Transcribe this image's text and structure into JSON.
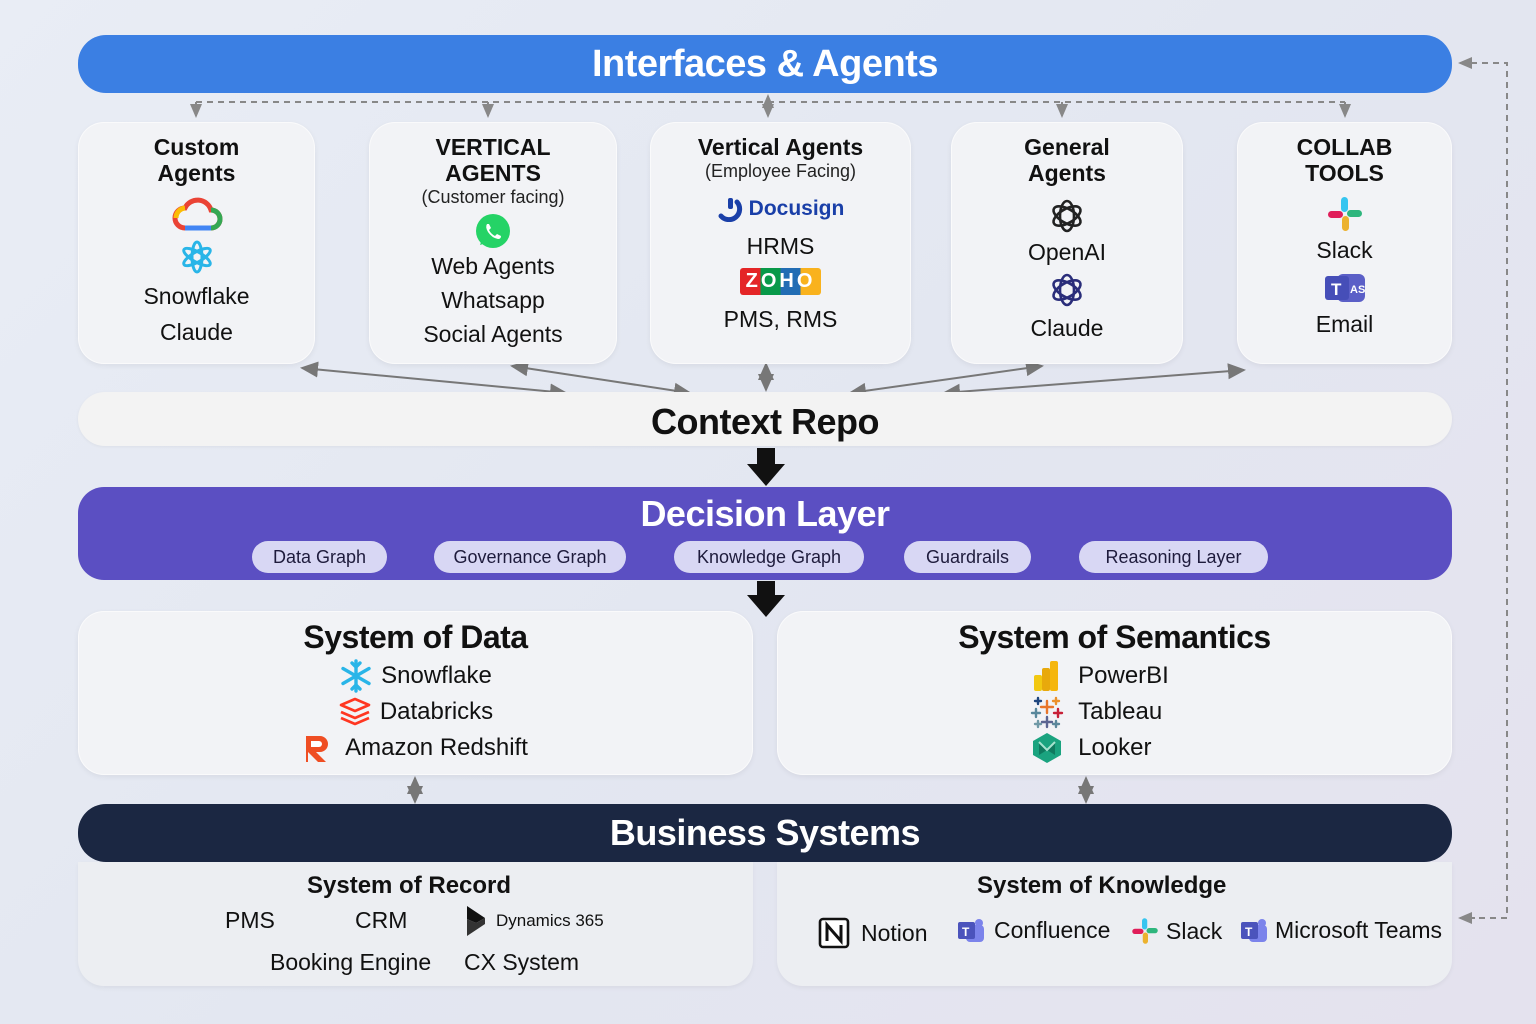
{
  "header": {
    "title": "Interfaces & Agents",
    "color": "#3b7fe3"
  },
  "agent_cards": [
    {
      "title": "Custom\nAgents",
      "subtitle": "",
      "items": [
        "Snowflake",
        "Claude"
      ]
    },
    {
      "title": "VERTICAL\nAGENTS",
      "subtitle": "(Customer facing)",
      "items": [
        "Web Agents",
        "Whatsapp",
        "Social Agents"
      ]
    },
    {
      "title": "Vertical Agents",
      "subtitle": "(Employee Facing)",
      "items": [
        "HRMS",
        "PMS, RMS"
      ],
      "logo_docusign": "Docusign",
      "logo_zoho": "ZOHO"
    },
    {
      "title": "General\nAgents",
      "subtitle": "",
      "items": [
        "OpenAI",
        "Claude"
      ]
    },
    {
      "title": "COLLAB\nTOOLS",
      "subtitle": "",
      "items": [
        "Slack",
        "Email"
      ]
    }
  ],
  "context_repo": {
    "title": "Context Repo"
  },
  "decision_layer": {
    "title": "Decision Layer",
    "color": "#5b4fc2",
    "pills": [
      "Data Graph",
      "Governance Graph",
      "Knowledge Graph",
      "Guardrails",
      "Reasoning Layer"
    ]
  },
  "system_of_data": {
    "title": "System of Data",
    "items": [
      "Snowflake",
      "Databricks",
      "Amazon Redshift"
    ]
  },
  "system_of_semantics": {
    "title": "System of Semantics",
    "items": [
      "PowerBI",
      "Tableau",
      "Looker"
    ]
  },
  "business_systems": {
    "title": "Business Systems",
    "color": "#1b2742"
  },
  "system_of_record": {
    "title": "System of Record",
    "items": [
      "PMS",
      "CRM",
      "Dynamics 365",
      "Booking Engine",
      "CX System"
    ]
  },
  "system_of_knowledge": {
    "title": "System of Knowledge",
    "items": [
      "Notion",
      "Confluence",
      "Slack",
      "Microsoft Teams"
    ]
  },
  "icons": {
    "custom_agents": [
      "google-cloud-icon",
      "snowflake-icon"
    ],
    "vertical_customer": [
      "whatsapp-icon"
    ],
    "vertical_employee": [
      "docusign-icon",
      "zoho-icon"
    ],
    "general_agents": [
      "openai-icon",
      "openai-icon"
    ],
    "collab_tools": [
      "slack-icon",
      "teams-icon"
    ],
    "system_of_data": [
      "snowflake-icon",
      "databricks-icon",
      "redshift-icon"
    ],
    "system_of_semantics": [
      "powerbi-icon",
      "tableau-icon",
      "looker-icon"
    ],
    "system_of_record": [
      "dynamics-icon"
    ],
    "system_of_knowledge": [
      "notion-icon",
      "teams-icon",
      "slack-icon",
      "teams-icon"
    ]
  }
}
